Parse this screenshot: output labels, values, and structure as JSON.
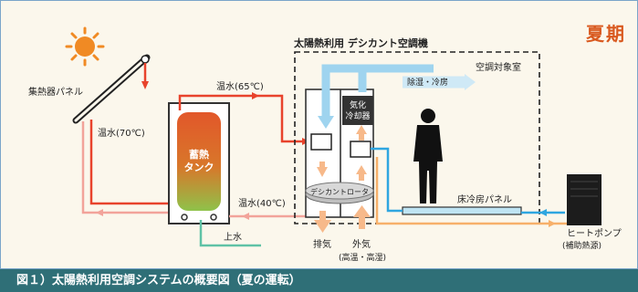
{
  "season": "夏期",
  "caption": "図１）太陽熱利用空調システムの概要図（夏の運転）",
  "labels": {
    "collector_panel": "集熱器パネル",
    "hot_water_70": "温水(70℃)",
    "hot_water_65": "温水(65℃)",
    "hot_water_40": "温水(40℃)",
    "storage_tank_line1": "蓄熱",
    "storage_tank_line2": "タンク",
    "make_up_water": "上水",
    "system_title": "太陽熱利用 デシカント空調機",
    "evaporative_cooler_line1": "気化",
    "evaporative_cooler_line2": "冷却器",
    "desiccant_rotor": "デシカントロータ",
    "conditioned_room": "空調対象室",
    "dehumidify_cool": "除湿・冷房",
    "floor_cooling_panel": "床冷房パネル",
    "exhaust": "排気",
    "outside_air": "外気",
    "outside_air_note": "(高温・高湿)",
    "heat_pump": "ヒートポンプ",
    "heat_pump_note": "(補助熱源)"
  },
  "colors": {
    "hot": "#e8432c",
    "warm": "#f2a39a",
    "cool": "#9fd4ef",
    "cold": "#2fa6e0",
    "tank_top": "#e2572a",
    "tank_bottom": "#8fc24a",
    "caption_bg": "#2f6f77",
    "season": "#d9591f",
    "orange_air": "#f7b98a"
  }
}
